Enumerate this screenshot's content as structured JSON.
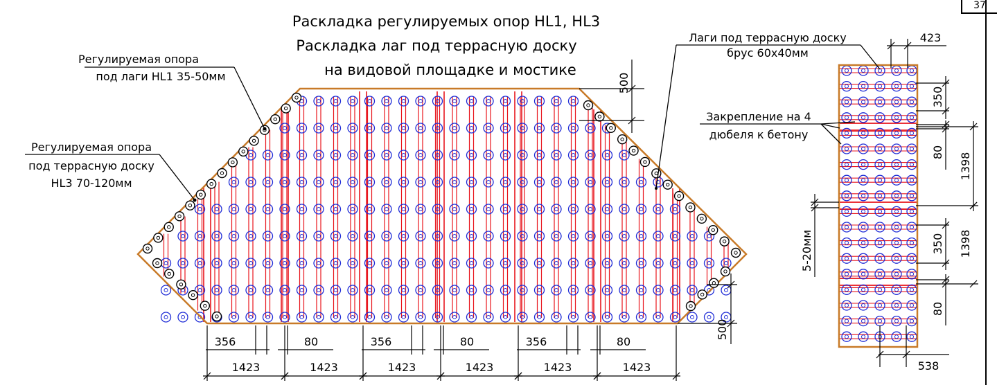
{
  "page_number": "37",
  "titles": [
    "Раскладка регулируемых опор HL1, HL3",
    "Раскладка лаг под террасную доску",
    "на видовой площадке и мостике"
  ],
  "callouts": {
    "hl1_line1": "Регулируемая опора",
    "hl1_line2": "под лаги HL1 35-50мм",
    "hl3_line1": "Регулируемая опора",
    "hl3_line2": "под террасную доску",
    "hl3_line3": "HL3 70-120мм",
    "joist_line1": "Лаги под террасную доску",
    "joist_line2": "брус 60х40мм",
    "fix_line1": "Закрепление на 4",
    "fix_line2": "дюбеля к бетону"
  },
  "dimensions": {
    "bottom_spacing": [
      "356",
      "80",
      "356",
      "80",
      "356",
      "80"
    ],
    "bottom_module": [
      "1423",
      "1423",
      "1423",
      "1423",
      "1423",
      "1423"
    ],
    "top_right_offset": "500",
    "bottom_right_offset": "500",
    "bridge_width": "423",
    "bridge_spacing_top": "350",
    "bridge_gap_top": "80",
    "bridge_module_1": "1398",
    "bridge_gap_label": "5-20мм",
    "bridge_spacing_mid": "350",
    "bridge_module_2": "1398",
    "bridge_gap_bottom": "80",
    "bridge_bottom_width": "538"
  },
  "colors": {
    "outline": "#c87a28",
    "joist": "#e8141c",
    "support_hl3": "#1e2bd6",
    "support_hl1": "#000000",
    "dim": "#000000"
  }
}
